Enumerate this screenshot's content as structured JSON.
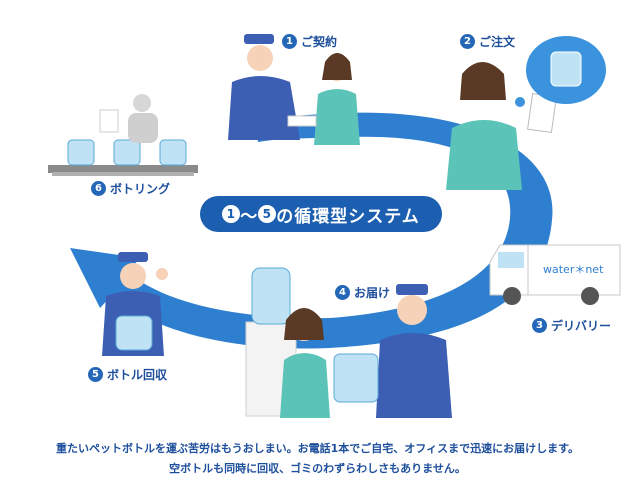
{
  "colors": {
    "accent": "#1c5fb0",
    "arrow": "#2e7fd0",
    "text": "#1e4f9c",
    "uniform": "#3d5fb3",
    "shirt": "#5cc3b8"
  },
  "banner": {
    "prefix": "1",
    "mid": "〜",
    "suffix_num": "5",
    "text": "の循環型システム"
  },
  "steps": [
    {
      "num": "1",
      "label": "ご契約"
    },
    {
      "num": "2",
      "label": "ご注文"
    },
    {
      "num": "3",
      "label": "デリバリー"
    },
    {
      "num": "4",
      "label": "お届け"
    },
    {
      "num": "5",
      "label": "ボトル回収"
    },
    {
      "num": "6",
      "label": "ボトリング"
    }
  ],
  "van": {
    "logo": "water＊net"
  },
  "caption": {
    "line1": "重たいペットボトルを運ぶ苦労はもうおしまい。お電話1本でご自宅、オフィスまで迅速にお届けします。",
    "line2": "空ボトルも同時に回収、ゴミのわずらわしさもありません。"
  }
}
